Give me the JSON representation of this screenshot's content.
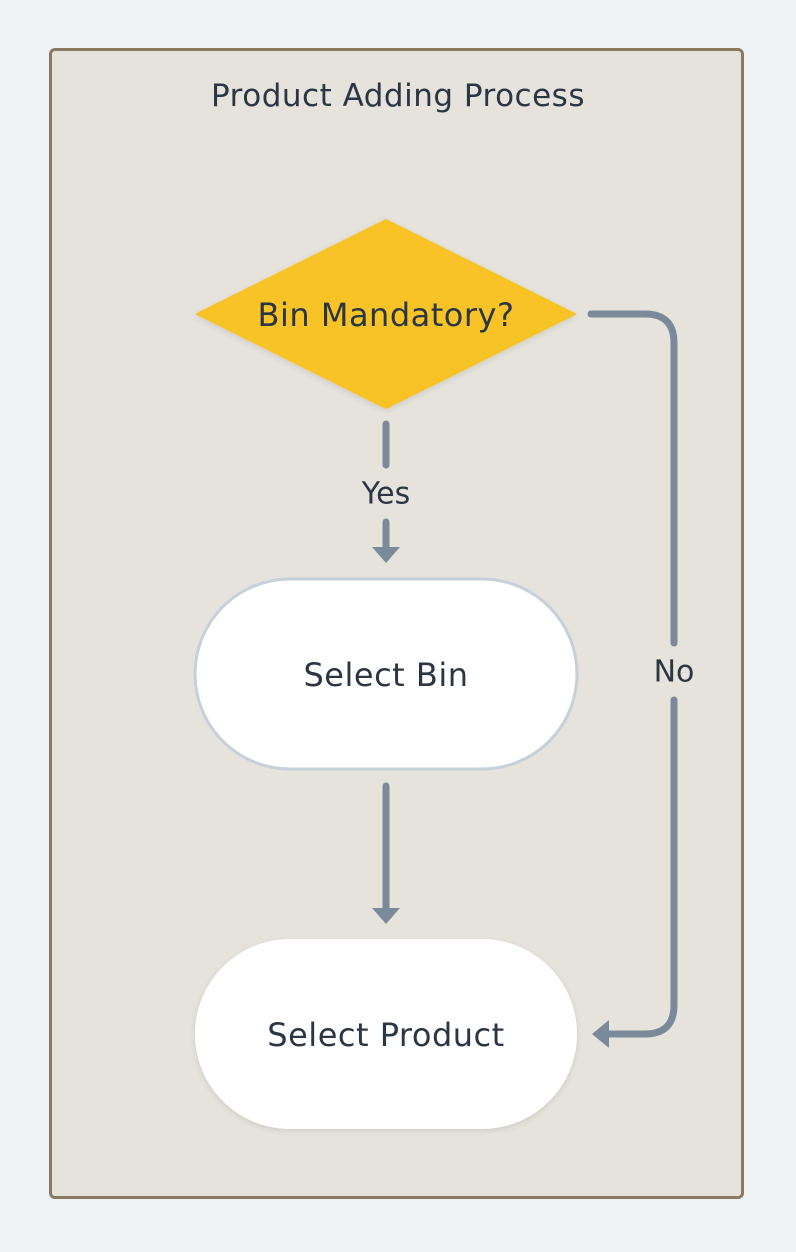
{
  "diagram": {
    "title": "Product Adding Process",
    "nodes": {
      "decision": {
        "label": "Bin Mandatory?",
        "shape": "diamond",
        "fill": "#f7c325"
      },
      "select_bin": {
        "label": "Select Bin",
        "shape": "terminator",
        "fill": "#ffffff",
        "stroke": "#c6d0da"
      },
      "select_product": {
        "label": "Select Product",
        "shape": "terminator",
        "fill": "#ffffff"
      }
    },
    "edges": [
      {
        "from": "decision",
        "to": "select_bin",
        "label": "Yes"
      },
      {
        "from": "select_bin",
        "to": "select_product",
        "label": ""
      },
      {
        "from": "decision",
        "to": "select_product",
        "label": "No"
      }
    ],
    "colors": {
      "background": "#eff3f6",
      "container_fill": "#e6e2dc",
      "container_border": "#8a7a62",
      "edge": "#7b8a9a",
      "text": "#2b3645"
    }
  }
}
